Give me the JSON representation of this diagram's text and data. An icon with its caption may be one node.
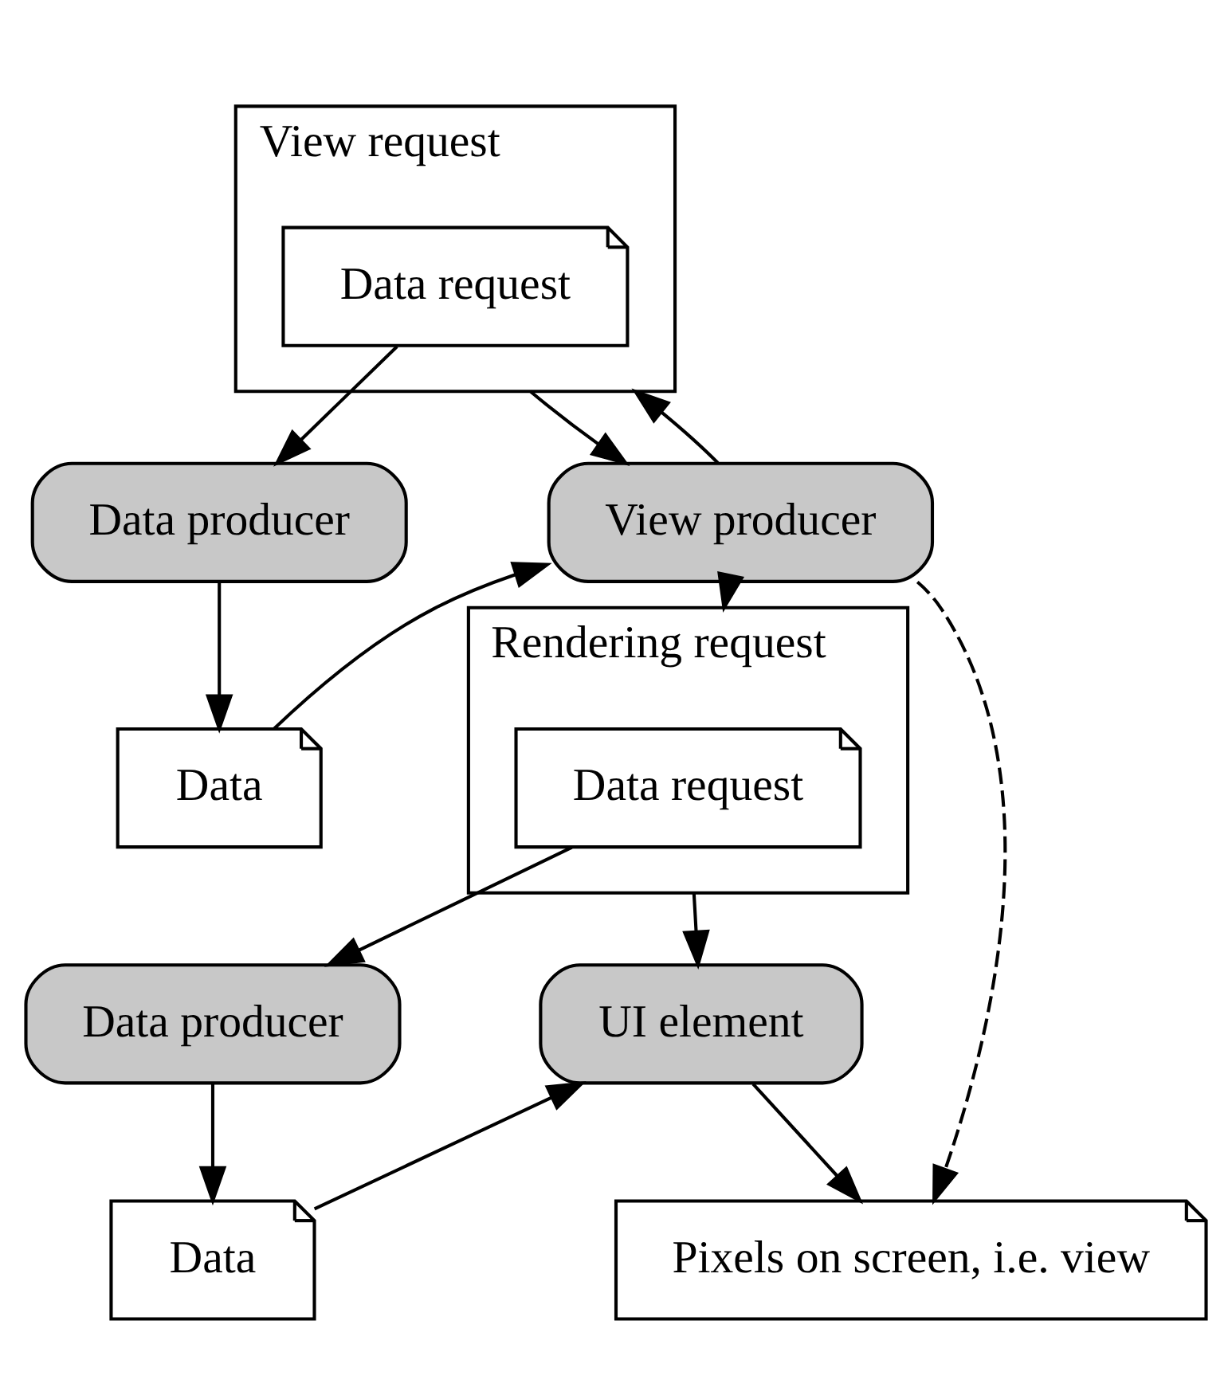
{
  "diagram": {
    "nodes": [
      {
        "text": [
          "View request"
        ]
      },
      {
        "text": [
          "Data request"
        ],
        "in": 0
      },
      {
        "text": [
          "Data producer"
        ]
      },
      {
        "text": [
          "View producer"
        ]
      },
      {
        "text": [
          "Data"
        ]
      },
      {
        "text": [
          "Rendering request"
        ]
      },
      {
        "text": [
          "Data request"
        ],
        "in": 5
      },
      {
        "text": [
          "Data producer"
        ]
      },
      {
        "text": [
          "UI element"
        ]
      },
      {
        "text": [
          "Data"
        ]
      },
      {
        "text": [
          "Pixels on screen, i.e. view"
        ]
      }
    ],
    "edges": [
      {
        "from": 1,
        "to": 2,
        "arrow": "to"
      },
      {
        "from": 2,
        "to": 4,
        "arrow": "to"
      },
      {
        "from": 4,
        "to": 3,
        "arrow": "to"
      },
      {
        "from": 0,
        "to": 3,
        "arrow": "to"
      },
      {
        "from": 3,
        "to": 0,
        "arrow": "to"
      },
      {
        "from": 3,
        "to": 5,
        "arrow": "to"
      },
      {
        "from": 6,
        "to": 7,
        "arrow": "to"
      },
      {
        "from": 7,
        "to": 9,
        "arrow": "to"
      },
      {
        "from": 9,
        "to": 8,
        "arrow": "to"
      },
      {
        "from": 5,
        "to": 8,
        "arrow": "to"
      },
      {
        "from": 8,
        "to": 10,
        "arrow": "to"
      },
      {
        "from": 3,
        "to": 10,
        "arrow": "to",
        "style": "dashed"
      }
    ]
  }
}
